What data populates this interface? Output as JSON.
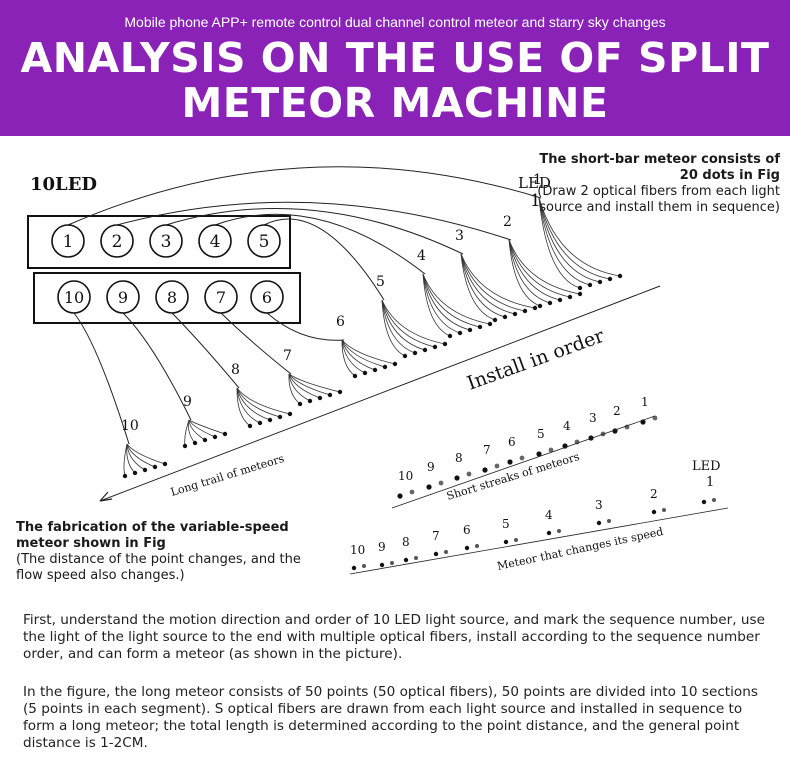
{
  "header": {
    "subtitle": "Mobile phone APP+ remote control dual channel control meteor and starry sky changes",
    "title_line1": "ANALYSIS ON THE USE OF SPLIT",
    "title_line2": "METEOR MACHINE",
    "color": "#8a22b8"
  },
  "diagram": {
    "box_label": "10LED",
    "top_row_numbers": [
      "1",
      "2",
      "3",
      "4",
      "5"
    ],
    "bottom_row_numbers": [
      "10",
      "9",
      "8",
      "7",
      "6"
    ],
    "fan_labels": [
      "1",
      "2",
      "3",
      "4",
      "5",
      "6",
      "7",
      "8",
      "9",
      "10"
    ],
    "led_label": "LED",
    "install_label": "Install in order",
    "long_trail_label": "Long trail of meteors",
    "short_streaks_label": "Short streaks of meteors",
    "variable_label": "Meteor that changes its speed",
    "short_numbers": [
      "10",
      "9",
      "8",
      "7",
      "6",
      "5",
      "4",
      "3",
      "2",
      "1"
    ],
    "variable_numbers": [
      "10",
      "9",
      "8",
      "7",
      "6",
      "5",
      "4",
      "3",
      "2",
      "1"
    ],
    "variable_led_label": "LED",
    "variable_led_num": "1"
  },
  "notes": {
    "top_bold": "The short-bar meteor consists of 20 dots in Fig",
    "top_normal": "(Draw 2 optical fibers from each light source and install them in sequence)",
    "left_bold": "The fabrication of the variable-speed meteor shown in Fig",
    "left_normal": "(The distance of the point changes, and the flow speed also changes.)"
  },
  "body": {
    "p1": "First, understand the motion direction and order of 10 LED light source, and mark the sequence number, use the light of the light source to the end with multiple optical fibers, install according to the sequence number order, and can form a meteor (as shown in the picture).",
    "p2": "In the figure, the long meteor consists of 50 points (50 optical fibers), 50 points are divided into 10 sections (5 points in each segment). S optical fibers are drawn from each light source and installed in sequence to form a long meteor; the total length is determined according to the point distance, and the general point distance is 1-2CM."
  }
}
